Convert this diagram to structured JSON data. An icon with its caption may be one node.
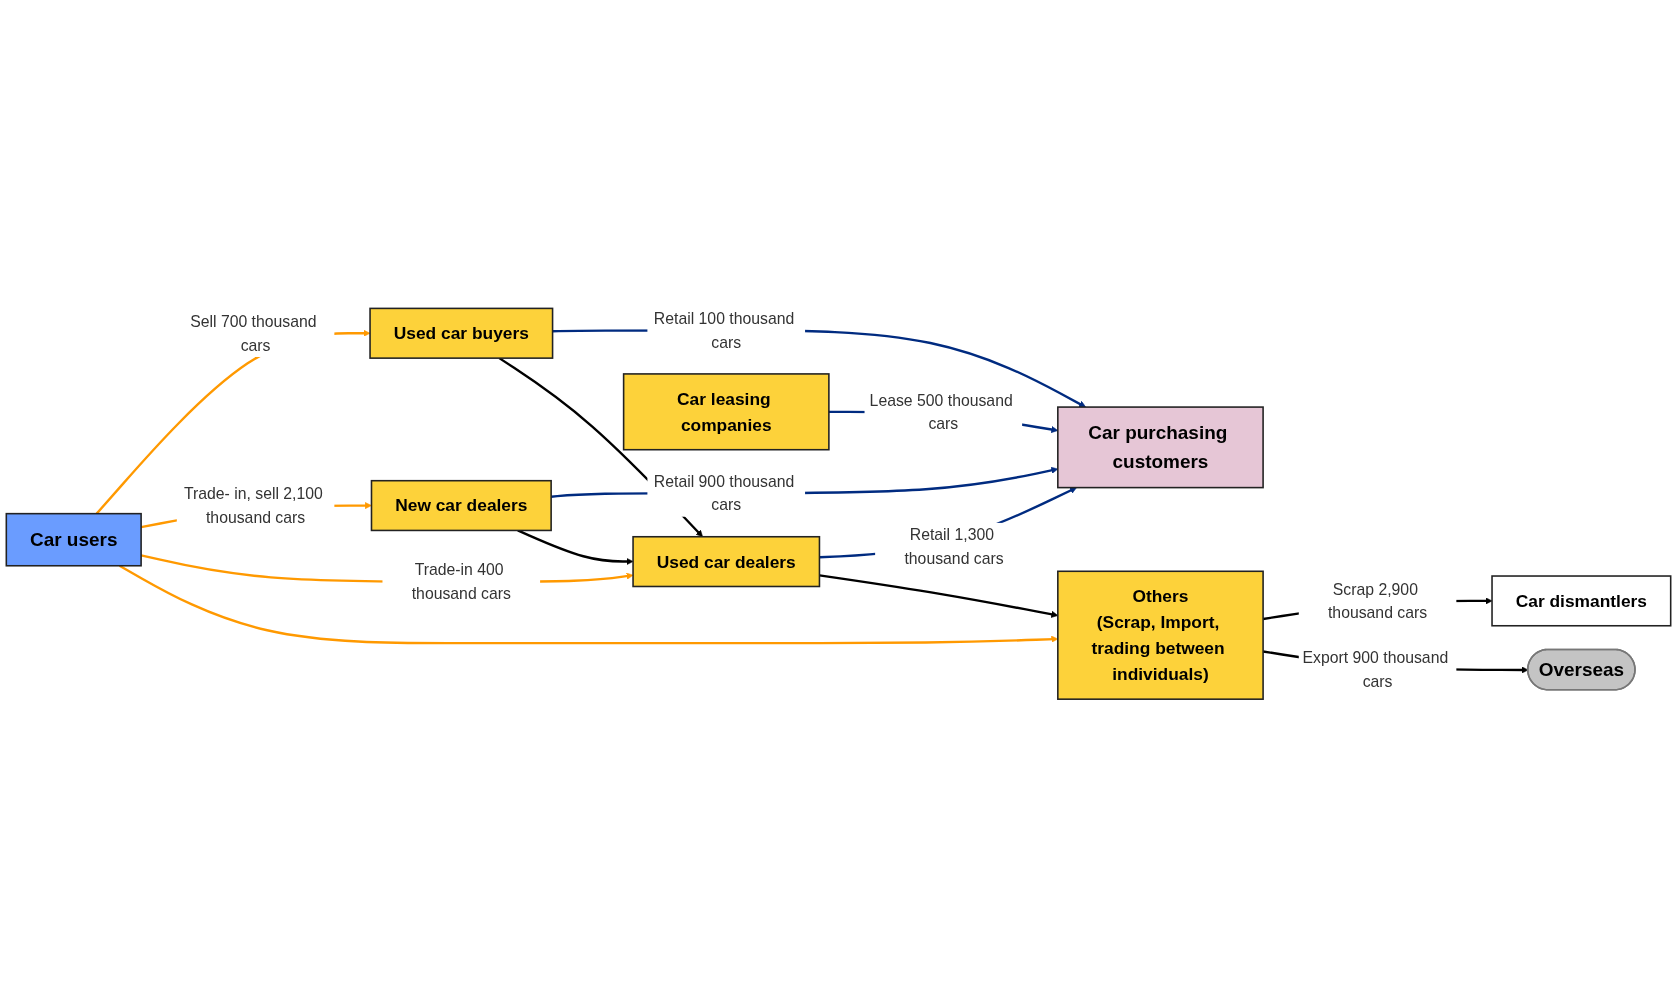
{
  "diagram": {
    "nodes": [
      {
        "text": [
          "Car users"
        ]
      },
      {
        "text": [
          "Used car buyers"
        ]
      },
      {
        "text": [
          "New car dealers"
        ]
      },
      {
        "text": [
          "Used car dealers"
        ]
      },
      {
        "text": [
          "Others",
          "(Scrap, Import, trading between individuals)"
        ]
      },
      {
        "text": [
          "Car leasing companies"
        ]
      },
      {
        "text": [
          "Car purchasing customers"
        ]
      },
      {
        "text": [
          "Car dismantlers"
        ]
      },
      {
        "text": [
          "Overseas"
        ]
      }
    ],
    "edges": [
      {
        "from": 0,
        "to": 1,
        "arrow": "to",
        "label": "Sell 700 thousand cars",
        "color": "#ff9900"
      },
      {
        "from": 0,
        "to": 2,
        "arrow": "to",
        "label": "Trade- in, sell 2,100 thousand cars",
        "color": "#ff9900"
      },
      {
        "from": 0,
        "to": 3,
        "arrow": "to",
        "label": "Trade-in 400 thousand cars",
        "color": "#ff9900"
      },
      {
        "from": 0,
        "to": 4,
        "arrow": "to",
        "color": "#ff9900"
      },
      {
        "from": 1,
        "to": 6,
        "arrow": "to",
        "label": "Retail 100 thousand cars",
        "color": "#002b80"
      },
      {
        "from": 1,
        "to": 3,
        "arrow": "to"
      },
      {
        "from": 2,
        "to": 6,
        "arrow": "to",
        "label": "Retail 900 thousand cars",
        "color": "#002b80"
      },
      {
        "from": 2,
        "to": 3,
        "arrow": "to"
      },
      {
        "from": 3,
        "to": 6,
        "arrow": "to",
        "label": "Retail 1,300 thousand cars",
        "color": "#002b80"
      },
      {
        "from": 3,
        "to": 4,
        "arrow": "to"
      },
      {
        "from": 4,
        "to": 7,
        "arrow": "to",
        "label": "Scrap 2,900 thousand cars"
      },
      {
        "from": 4,
        "to": 8,
        "arrow": "to",
        "label": "Export 900 thousand cars"
      },
      {
        "from": 5,
        "to": 6,
        "arrow": "to",
        "label": "Lease 500 thousand cars",
        "color": "#002b80"
      }
    ]
  }
}
